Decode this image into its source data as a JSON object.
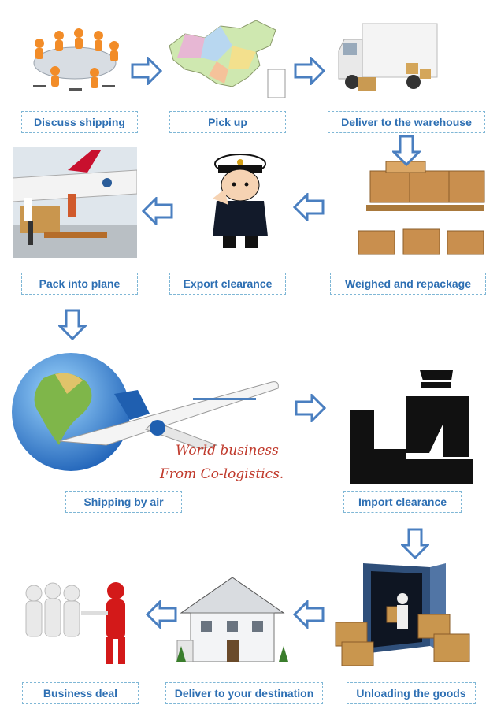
{
  "steps": [
    {
      "label": "Discuss shipping"
    },
    {
      "label": "Pick up"
    },
    {
      "label": "Deliver to the warehouse"
    },
    {
      "label": "Pack into plane"
    },
    {
      "label": "Export clearance"
    },
    {
      "label": "Weighed and repackage"
    },
    {
      "label": "Shipping by air"
    },
    {
      "label": "Import clearance"
    },
    {
      "label": "Business deal"
    },
    {
      "label": "Deliver to your destination"
    },
    {
      "label": "Unloading the goods"
    }
  ],
  "slogan": {
    "line1": "World business",
    "line2": "From Co-logistics."
  },
  "colors": {
    "label_text": "#2d6fb3",
    "label_border": "#7fb7d6",
    "arrow": "#4a7fc0",
    "slogan": "#c0392b"
  }
}
